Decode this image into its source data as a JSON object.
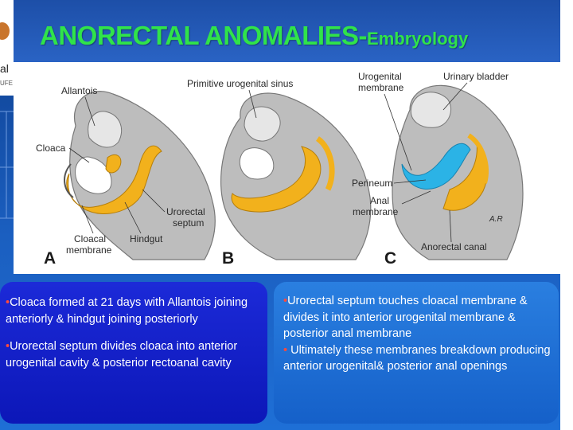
{
  "sidebar": {
    "text_1": "al",
    "text_2": "UFE"
  },
  "title": {
    "main": "ANORECTAL ANOMALIES-",
    "sub": "Embryology"
  },
  "figure": {
    "panels": [
      {
        "letter": "A",
        "labels": [
          "Allantois",
          "Cloaca",
          "Cloacal",
          "membrane",
          "Hindgut",
          "Urorectal",
          "septum"
        ]
      },
      {
        "letter": "B",
        "labels": [
          "Primitive urogenital sinus"
        ]
      },
      {
        "letter": "C",
        "labels": [
          "Urogenital",
          "membrane",
          "Urinary bladder",
          "Perineum",
          "Anal",
          "membrane",
          "Anorectal canal"
        ]
      }
    ],
    "signature": "A.R"
  },
  "left_box": {
    "bullets": [
      "Cloaca formed at 21 days with Allantois joining anteriorly & hindgut joining posteriorly",
      "Urorectal septum divides cloaca into anterior urogenital cavity & posterior rectoanal cavity"
    ]
  },
  "right_box": {
    "bullets": [
      "Urorectal septum touches cloacal membrane & divides it into anterior urogenital membrane & posterior anal membrane",
      " Ultimately these membranes breakdown producing anterior urogenital& posterior anal openings"
    ]
  },
  "colors": {
    "title": "#30e34a",
    "slide_background": "#1b5fc0",
    "left_box": "#1422c8",
    "right_box": "#1e72d8",
    "bullet_dot": "#ff4a3a",
    "tissue_gray": "#b9b9b9",
    "septum_orange": "#f2b11c",
    "sinus_blue": "#2bb3e6"
  }
}
